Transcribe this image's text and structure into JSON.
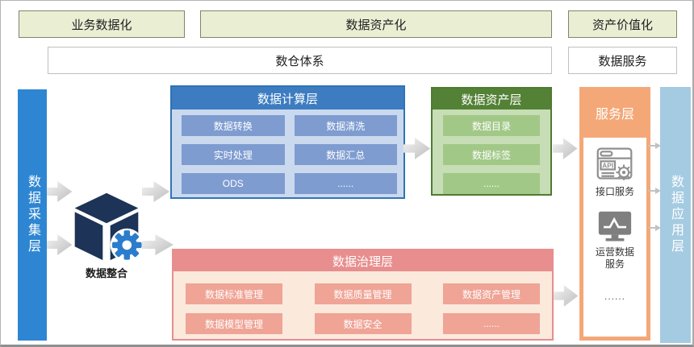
{
  "top_row": {
    "business": "业务数据化",
    "asset": "数据资产化",
    "value": "资产价值化"
  },
  "second_row": {
    "warehouse": "数仓体系",
    "service": "数据服务"
  },
  "collection_bar": {
    "label": "数据采集层"
  },
  "integration": {
    "label": "数据整合"
  },
  "compute_layer": {
    "title": "数据计算层",
    "cells": [
      "数据转换",
      "数据清洗",
      "实时处理",
      "数据汇总",
      "ODS",
      "......"
    ]
  },
  "asset_layer": {
    "title": "数据资产层",
    "cells": [
      "数据目录",
      "数据标签",
      "......"
    ]
  },
  "governance_layer": {
    "title": "数据治理层",
    "cells": [
      "数据标准管理",
      "数据质量管理",
      "数据资产管理",
      "数据模型管理",
      "数据安全",
      "......"
    ]
  },
  "service_layer": {
    "title": "服务层",
    "api_label": "接口服务",
    "ops_label": "运营数据服务",
    "more": "......"
  },
  "application_bar": {
    "label": "数据应用层"
  },
  "colors": {
    "collection_blue": "#2E86D2",
    "application_blue": "#A5CBE2",
    "compute_header": "#3D7CC1",
    "compute_body": "#CBD9EE",
    "compute_cell": "#7E9CD0",
    "asset_header": "#538135",
    "asset_body": "#C7DDB5",
    "asset_cell": "#A2C887",
    "governance_header": "#E88E8E",
    "governance_body": "#FBE9DC",
    "governance_cell": "#EFA496",
    "service_orange": "#F4A878",
    "top_band_green": "#EAEFD4",
    "cube_navy": "#1D3357",
    "gear_blue": "#2B7CCC"
  }
}
